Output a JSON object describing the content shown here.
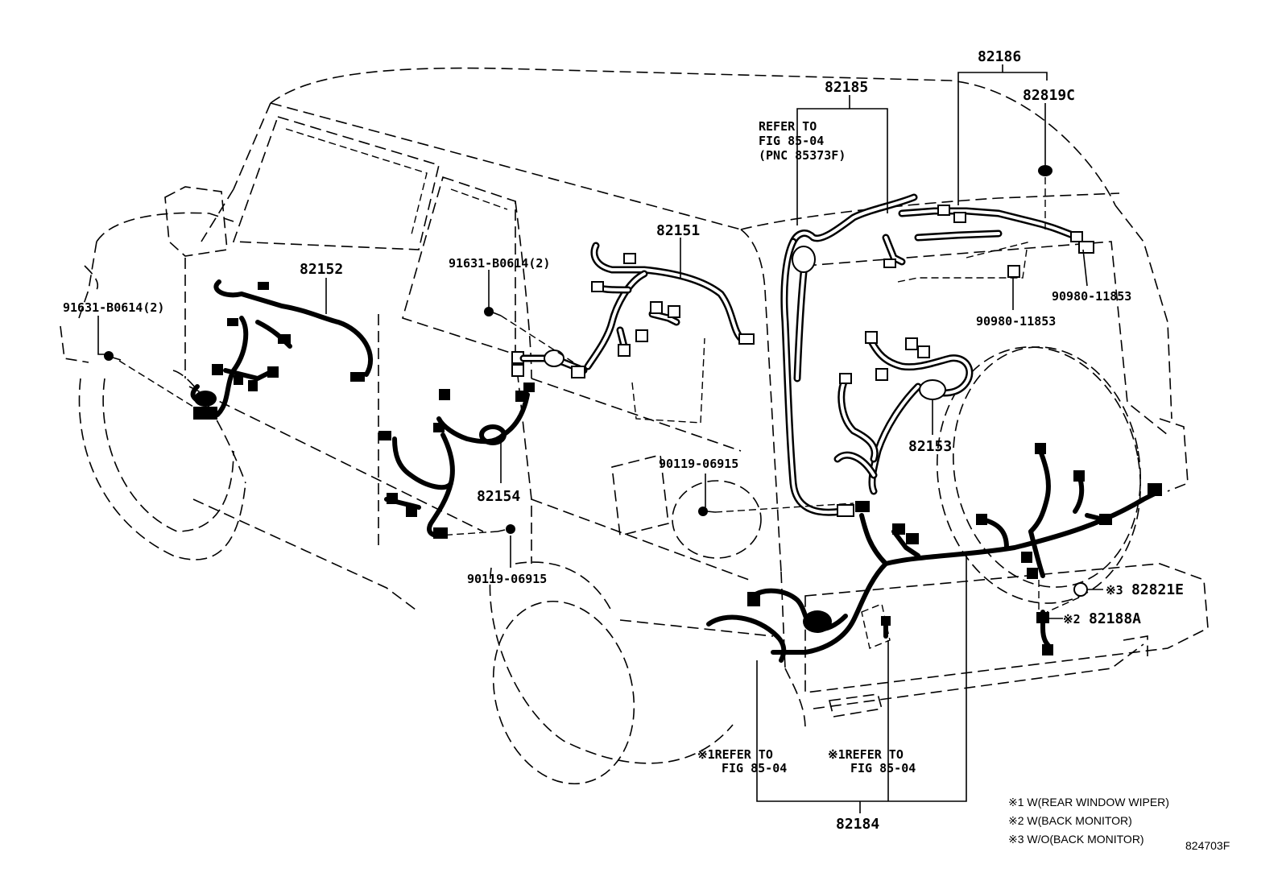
{
  "labels": {
    "p82186": "82186",
    "p82185": "82185",
    "p82819C": "82819C",
    "refer_a_1": "REFER TO",
    "refer_a_2": "FIG 85-04",
    "refer_a_3": "(PNC 85373F)",
    "p82151": "82151",
    "p82152": "82152",
    "p91631_left": "91631-B0614(2)",
    "p91631_mid": "91631-B0614(2)",
    "p90980_a": "90980-11853",
    "p90980_b": "90980-11853",
    "p82153": "82153",
    "p90119_upper": "90119-06915",
    "p90119_lower": "90119-06915",
    "p82154": "82154",
    "p82821E_mark": "※3",
    "p82821E": "82821E",
    "p82188A_mark": "※2",
    "p82188A": "82188A",
    "refer_b_1": "※1REFER TO",
    "refer_b_2": "FIG 85-04",
    "refer_c_1": "※1REFER TO",
    "refer_c_2": "FIG 85-04",
    "p82184": "82184"
  },
  "notes": [
    "※1 W(REAR WINDOW WIPER)",
    "※2 W(BACK MONITOR)",
    "※3 W/O(BACK MONITOR)"
  ],
  "figure_code": "824703F"
}
